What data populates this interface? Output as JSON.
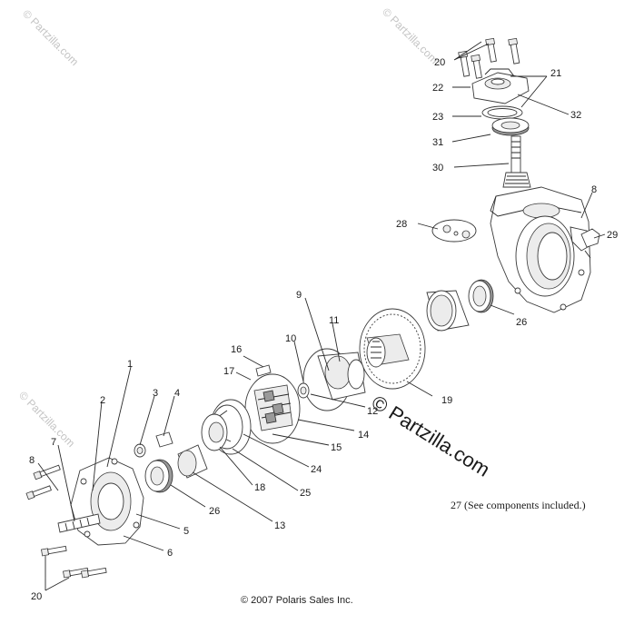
{
  "watermark": {
    "text": "© Partzilla.com",
    "large_text": "© Partzilla.com"
  },
  "note": "27  (See components included.)",
  "copyright": "© 2007 Polaris Sales Inc.",
  "callouts": [
    {
      "id": "c1",
      "text": "1"
    },
    {
      "id": "c2",
      "text": "2"
    },
    {
      "id": "c3",
      "text": "3"
    },
    {
      "id": "c4",
      "text": "4"
    },
    {
      "id": "c5",
      "text": "5"
    },
    {
      "id": "c6",
      "text": "6"
    },
    {
      "id": "c7",
      "text": "7"
    },
    {
      "id": "c8a",
      "text": "8"
    },
    {
      "id": "c8b",
      "text": "8"
    },
    {
      "id": "c9",
      "text": "9"
    },
    {
      "id": "c10",
      "text": "10"
    },
    {
      "id": "c11",
      "text": "11"
    },
    {
      "id": "c12",
      "text": "12"
    },
    {
      "id": "c13",
      "text": "13"
    },
    {
      "id": "c14",
      "text": "14"
    },
    {
      "id": "c15",
      "text": "15"
    },
    {
      "id": "c16",
      "text": "16"
    },
    {
      "id": "c17",
      "text": "17"
    },
    {
      "id": "c18",
      "text": "18"
    },
    {
      "id": "c19",
      "text": "19"
    },
    {
      "id": "c20a",
      "text": "20"
    },
    {
      "id": "c20b",
      "text": "20"
    },
    {
      "id": "c21",
      "text": "21"
    },
    {
      "id": "c22",
      "text": "22"
    },
    {
      "id": "c23",
      "text": "23"
    },
    {
      "id": "c24",
      "text": "24"
    },
    {
      "id": "c25",
      "text": "25"
    },
    {
      "id": "c26a",
      "text": "26"
    },
    {
      "id": "c26b",
      "text": "26"
    },
    {
      "id": "c28",
      "text": "28"
    },
    {
      "id": "c29",
      "text": "29"
    },
    {
      "id": "c30",
      "text": "30"
    },
    {
      "id": "c31",
      "text": "31"
    },
    {
      "id": "c32",
      "text": "32"
    }
  ]
}
